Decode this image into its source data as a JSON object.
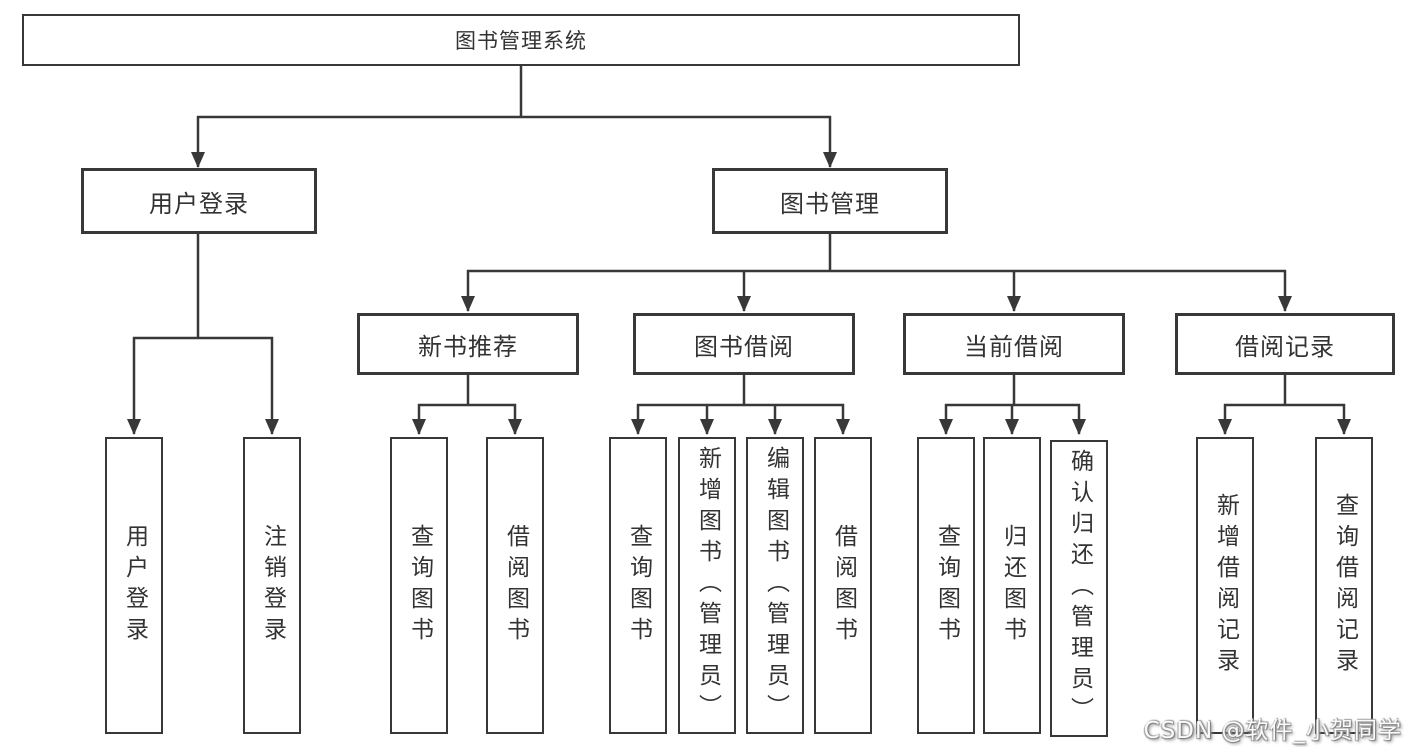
{
  "colors": {
    "line": "#383838",
    "box_border": "#383838",
    "text": "#333333",
    "background": "#ffffff",
    "watermark_fill": "#fafafa"
  },
  "tree": {
    "root": "图书管理系统",
    "children": [
      {
        "label": "用户登录",
        "children": [
          "用户登录",
          "注销登录"
        ]
      },
      {
        "label": "图书管理",
        "children": [
          {
            "label": "新书推荐",
            "children": [
              "查询图书",
              "借阅图书"
            ]
          },
          {
            "label": "图书借阅",
            "children": [
              "查询图书",
              "新增图书（管理员）",
              "编辑图书（管理员）",
              "借阅图书"
            ]
          },
          {
            "label": "当前借阅",
            "children": [
              "查询图书",
              "归还图书",
              "确认归还（管理员）"
            ]
          },
          {
            "label": "借阅记录",
            "children": [
              "新增借阅记录",
              "查询借阅记录"
            ]
          }
        ]
      }
    ]
  },
  "watermark": {
    "text": "CSDN @软件_小贺同学"
  }
}
